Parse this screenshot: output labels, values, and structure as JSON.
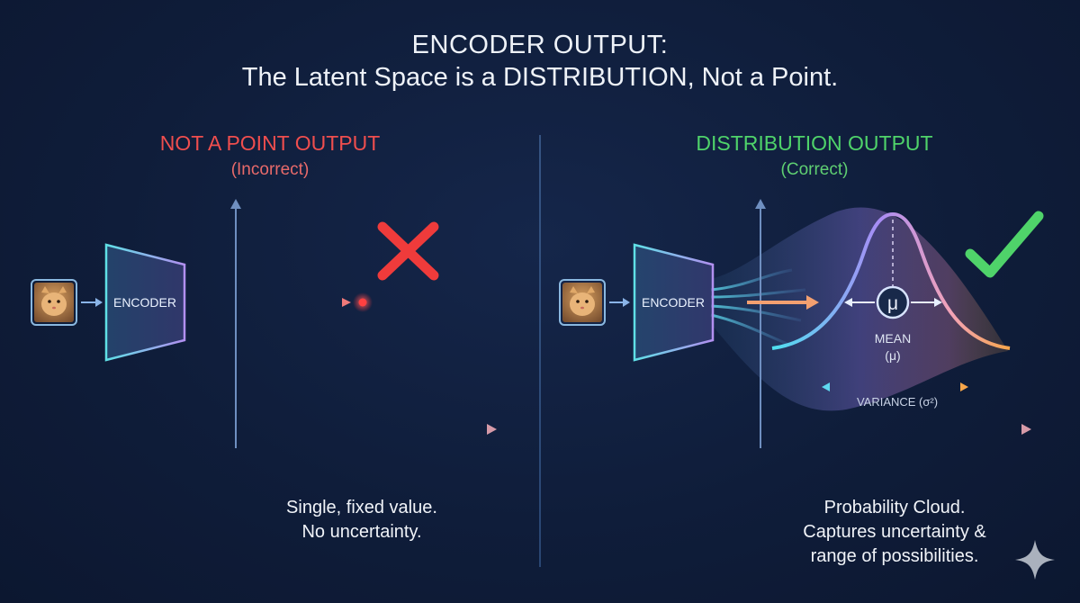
{
  "title": {
    "line1": "ENCODER OUTPUT:",
    "line2": "The Latent Space is a DISTRIBUTION, Not a Point."
  },
  "left_panel": {
    "heading": "NOT A POINT OUTPUT",
    "subheading": "(Incorrect)",
    "encoder_label": "ENCODER",
    "caption_line1": "Single, fixed value.",
    "caption_line2": "No uncertainty."
  },
  "right_panel": {
    "heading": "DISTRIBUTION OUTPUT",
    "subheading": "(Correct)",
    "encoder_label": "ENCODER",
    "mu_symbol": "μ",
    "mean_label": "MEAN",
    "mean_symbol": "(μ)",
    "variance_label": "VARIANCE (σ²)",
    "caption_line1": "Probability Cloud.",
    "caption_line2": "Captures uncertainty &",
    "caption_line3": "range of possibilities."
  },
  "colors": {
    "incorrect": "#ef4e4e",
    "correct": "#4fd36a",
    "encoder_edge": "#5fd6e4",
    "background": "#0f1d3a"
  },
  "icons": {
    "cross": "cross-icon",
    "check": "check-icon",
    "sparkle": "sparkle-icon",
    "input_image": "cat-image"
  }
}
